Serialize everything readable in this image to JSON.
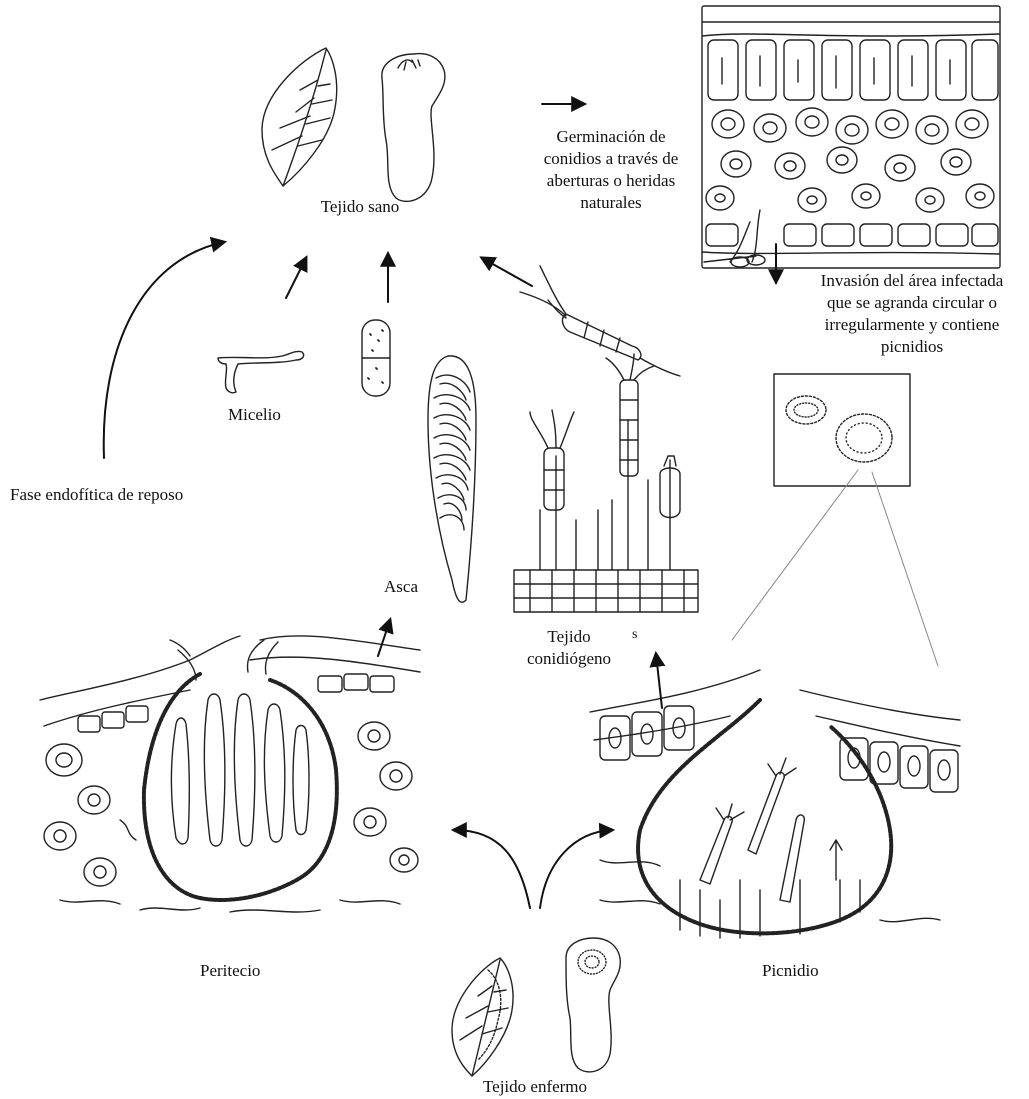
{
  "labels": {
    "tejido_sano": "Tejido sano",
    "germinacion": [
      "Germinación de",
      "conidios a través de",
      "aberturas o heridas",
      "naturales"
    ],
    "invasion": [
      "Invasión del área infectada",
      "que se agranda circular o",
      "irregularmente y contiene",
      "picnidios"
    ],
    "micelio": "Micelio",
    "fase_endofitica": "Fase endofítica de reposo",
    "asca": "Asca",
    "tejido_conidiogeno": [
      "Tejido",
      "conidiógeno"
    ],
    "s_mark": "s",
    "peritecio": "Peritecio",
    "picnidio": "Picnidio",
    "tejido_enfermo": "Tejido enfermo"
  },
  "icons": [
    "leaf-icon",
    "fruit-icon",
    "leaf-cross-section",
    "lesion-panel",
    "mycelium-icon",
    "ascospore-icon",
    "ascus-icon",
    "conidium-icon",
    "conidiogenous-tissue",
    "perithecium",
    "pycnidium",
    "diseased-leaf-icon",
    "diseased-fruit-icon"
  ]
}
